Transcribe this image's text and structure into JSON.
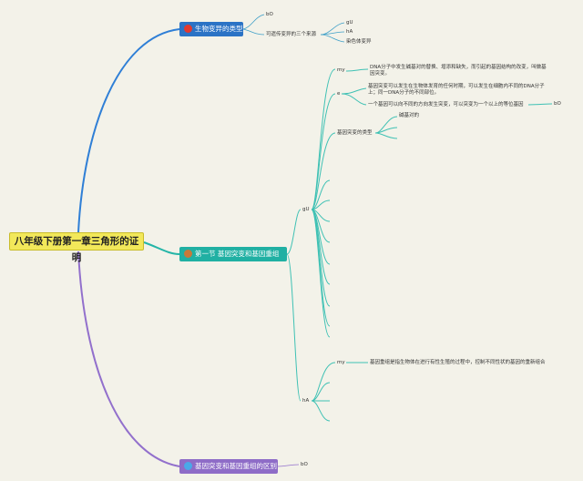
{
  "root": {
    "title": "八年级下册第一章三角形的证明"
  },
  "branch_mutation_types": {
    "label": "生物变异的类型",
    "icon": "red-dot-icon",
    "children": [
      {
        "label": "bO"
      },
      {
        "label": "可遗传变异的三个来源"
      }
    ],
    "sources": [
      {
        "label": "gU"
      },
      {
        "label": "hA"
      },
      {
        "label": "染色体变异"
      }
    ]
  },
  "branch_section1": {
    "label": "第一节 基因突变和基因重组",
    "icon": "orange-dot-icon",
    "gu": {
      "label": "gU",
      "items": [
        {
          "label": "my",
          "text": "DNA分子中发生碱基对的替换、增添和缺失，而引起的基因结构的改变，叫做基因突变。"
        },
        {
          "label": "e",
          "text": "基因突变可以发生在生物体发育的任何时期，可以发生在细胞内不同的DNA分子上；同一DNA分子的不同部位。"
        },
        {
          "text": "一个基因可以向不同的方向发生突变，可以突变为一个以上的等位基因",
          "suffix": "bO"
        },
        {
          "label": "基因突变的类型",
          "sub": "碱基对的"
        }
      ]
    },
    "ha": {
      "label": "hA",
      "items": [
        {
          "label": "my",
          "text": "基因重组是指生物体在进行有性生殖的过程中，控制不同性状的基因的重新组合"
        }
      ]
    }
  },
  "branch_difference": {
    "label": "基因突变和基因重组的区别",
    "icon": "blue-dot-icon",
    "children": [
      {
        "label": "bO"
      }
    ]
  },
  "colors": {
    "background": "#f3f2e9",
    "root": "#f2e85a",
    "branch1": "#2b73c5",
    "branch2": "#20b0a3",
    "branch3": "#8e6cc7",
    "connector_teal": "#3fc1b4"
  }
}
